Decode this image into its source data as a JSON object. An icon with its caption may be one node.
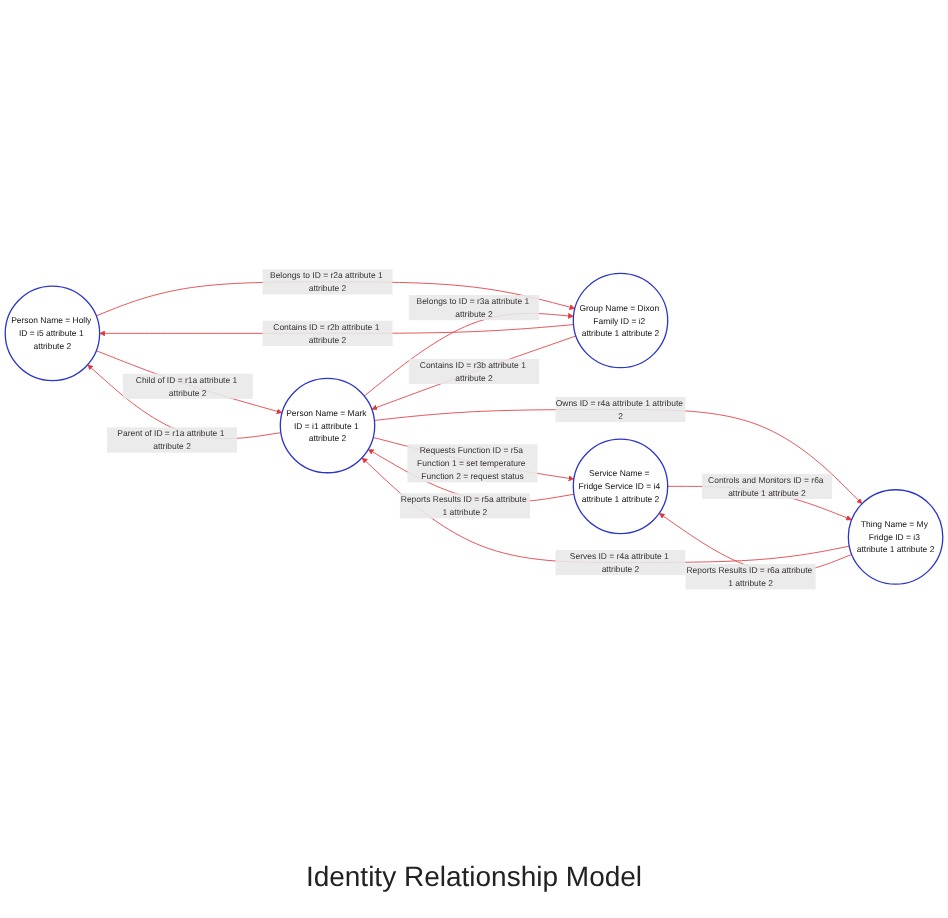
{
  "diagram": {
    "caption": "Identity Relationship Model",
    "nodes": [
      {
        "text": [
          "Person Name = Holly ID = i5 attribute 1 attribute 2"
        ]
      },
      {
        "text": [
          "Group Name = Dixon Family ID = i2 attribute 1 attribute 2"
        ]
      },
      {
        "text": [
          "Person Name = Mark ID = i1 attribute 1 attribute 2"
        ]
      },
      {
        "text": [
          "Thing Name = My Fridge ID = i3 attribute 1 attribute 2"
        ]
      },
      {
        "text": [
          "Service Name = Fridge Service ID = i4 attribute 1 attribute 2"
        ]
      }
    ],
    "edges": [
      {
        "from": 2,
        "to": 0,
        "arrow": "to",
        "label": "Parent of ID = r1a attribute 1 attribute 2"
      },
      {
        "from": 0,
        "to": 2,
        "arrow": "to",
        "label": "Child of ID = r1a attribute 1 attribute 2"
      },
      {
        "from": 0,
        "to": 1,
        "arrow": "to",
        "label": "Belongs to ID = r2a attribute 1 attribute 2"
      },
      {
        "from": 1,
        "to": 0,
        "arrow": "to",
        "label": "Contains ID = r2b attribute 1 attribute 2"
      },
      {
        "from": 2,
        "to": 1,
        "arrow": "to",
        "label": "Belongs to ID = r3a attribute 1 attribute 2"
      },
      {
        "from": 1,
        "to": 2,
        "arrow": "to",
        "label": "Contains ID = r3b attribute 1 attribute 2"
      },
      {
        "from": 2,
        "to": 4,
        "arrow": "to",
        "label": "Requests Function ID = r5a Function 1 = set temperature Function 2 = request status"
      },
      {
        "from": 2,
        "to": 3,
        "arrow": "to",
        "label": "Owns ID = r4a attribute 1 attribute 2"
      },
      {
        "from": 3,
        "to": 2,
        "arrow": "to",
        "label": "Serves ID = r4a attribute 1 attribute 2"
      },
      {
        "from": 4,
        "to": 3,
        "arrow": "to",
        "label": "Controls and Monitors ID = r6a attribute 1 attribute 2"
      },
      {
        "from": 3,
        "to": 4,
        "arrow": "to",
        "label": "Reports Results ID = r6a attribute 1 attribute 2"
      },
      {
        "from": 4,
        "to": 2,
        "arrow": "to",
        "label": "Reports Results ID = r5a attribute 1 attribute 2"
      }
    ]
  }
}
